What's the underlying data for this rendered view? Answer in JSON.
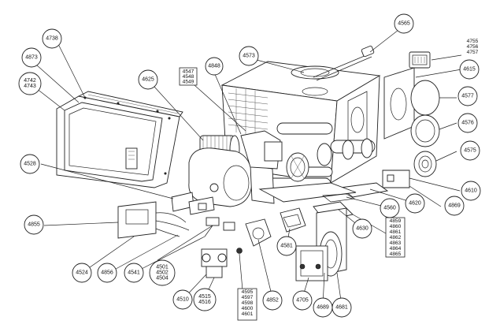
{
  "callouts": [
    {
      "id": "4565",
      "label": "4565"
    },
    {
      "id": "4738",
      "label": "4738"
    },
    {
      "id": "4873",
      "label": "4873"
    },
    {
      "id": "4742",
      "label": "4742\n4743"
    },
    {
      "id": "4625",
      "label": "4625"
    },
    {
      "id": "4848",
      "label": "4848"
    },
    {
      "id": "4573",
      "label": "4573"
    },
    {
      "id": "4615",
      "label": "4615"
    },
    {
      "id": "4577",
      "label": "4577"
    },
    {
      "id": "4576",
      "label": "4576"
    },
    {
      "id": "4575",
      "label": "4575"
    },
    {
      "id": "4610",
      "label": "4610"
    },
    {
      "id": "4869",
      "label": "4869"
    },
    {
      "id": "4620",
      "label": "4620"
    },
    {
      "id": "4560",
      "label": "4560"
    },
    {
      "id": "4630",
      "label": "4630"
    },
    {
      "id": "4528",
      "label": "4528"
    },
    {
      "id": "4855",
      "label": "4855"
    },
    {
      "id": "4524",
      "label": "4524"
    },
    {
      "id": "4856",
      "label": "4856"
    },
    {
      "id": "4541",
      "label": "4541"
    },
    {
      "id": "4501",
      "label": "4501\n4502\n4504"
    },
    {
      "id": "4510",
      "label": "4510"
    },
    {
      "id": "4515",
      "label": "4515\n4516"
    },
    {
      "id": "4852",
      "label": "4852"
    },
    {
      "id": "4581",
      "label": "4581"
    },
    {
      "id": "4705",
      "label": "4705"
    },
    {
      "id": "4689",
      "label": "4689"
    },
    {
      "id": "4681",
      "label": "4681"
    }
  ],
  "groups": [
    {
      "id": "g4547",
      "lines": [
        "4547",
        "4548",
        "4549"
      ]
    },
    {
      "id": "g4755",
      "lines": [
        "4755",
        "4756",
        "4757"
      ]
    },
    {
      "id": "g4859",
      "lines": [
        "4859",
        "4860",
        "4861",
        "4862",
        "4863",
        "4864",
        "4865"
      ]
    },
    {
      "id": "g4595",
      "lines": [
        "4595",
        "4597",
        "4598",
        "4600",
        "4601"
      ]
    }
  ]
}
